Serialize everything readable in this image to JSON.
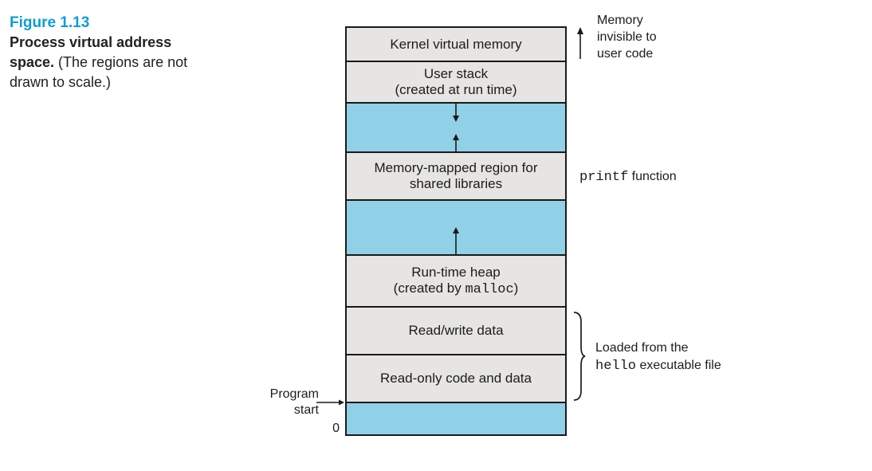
{
  "caption": {
    "label": "Figure 1.13",
    "title_line1": "Process virtual address",
    "title_line2_bold": "space.",
    "title_line2_rest": " (The regions are not",
    "title_line3": "drawn to scale.)"
  },
  "colors": {
    "caption_accent": "#0d9dd6",
    "region_gray": "#e6e5e3",
    "region_blue": "#90d1e8",
    "border": "#1a1a1a"
  },
  "diagram": {
    "regions": {
      "kernel": {
        "label": "Kernel virtual memory"
      },
      "user_stack": {
        "line1": "User stack",
        "line2": "(created at run time)"
      },
      "mmap": {
        "line1": "Memory-mapped region for",
        "line2": "shared libraries"
      },
      "heap": {
        "line1": "Run-time heap",
        "line2_pre": "(created by ",
        "line2_code": "malloc",
        "line2_post": ")"
      },
      "rw_data": {
        "label": "Read/write data"
      },
      "ro_data": {
        "label": "Read-only code and data"
      }
    },
    "origin_label": "0"
  },
  "annotations": {
    "memory_invisible": {
      "line1": "Memory",
      "line2": "invisible to",
      "line3": "user code"
    },
    "printf": {
      "code": "printf",
      "rest": " function"
    },
    "loaded": {
      "line1": "Loaded from the",
      "line2_code": "hello",
      "line2_rest": " executable file"
    },
    "program_start": {
      "line1": "Program",
      "line2": "start"
    }
  }
}
